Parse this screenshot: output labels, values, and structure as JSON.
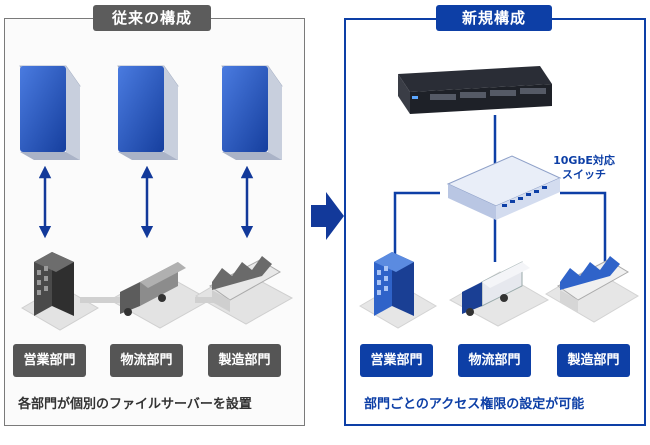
{
  "old": {
    "title": "従来の構成",
    "departments": [
      "営業部門",
      "物流部門",
      "製造部門"
    ],
    "caption": "各部門が個別のファイルサーバーを設置"
  },
  "new": {
    "title": "新規構成",
    "switch_label_line1": "10GbE対応",
    "switch_label_line2": "スイッチ",
    "departments": [
      "営業部門",
      "物流部門",
      "製造部門"
    ],
    "caption": "部門ごとのアクセス権限の設定が可能"
  },
  "colors": {
    "old_accent": "#5c5c5c",
    "new_accent": "#0d3fa6"
  }
}
